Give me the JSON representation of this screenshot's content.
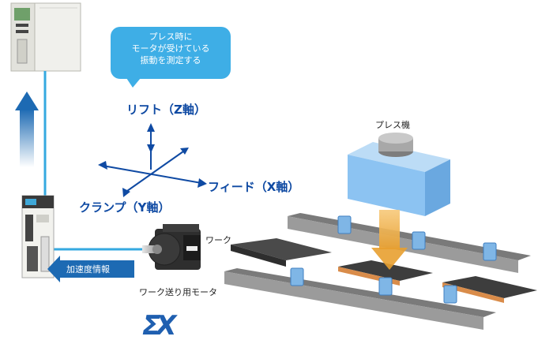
{
  "callout": {
    "line1": "プレス時に",
    "line2": "モータが受けている",
    "line3": "振動を測定する"
  },
  "axes": {
    "lift": "リフト（Z軸）",
    "feed": "フィード（X軸）",
    "clamp": "クランプ（Y軸）"
  },
  "labels": {
    "press": "プレス機",
    "work": "ワーク",
    "feed_motor": "ワーク送り用モータ",
    "accel_info": "加速度情報"
  },
  "logo": "ΣX",
  "colors": {
    "accent_blue": "#1d6ab3",
    "axis_blue": "#0f4aa3",
    "callout_blue": "#3eaee6",
    "line_cyan": "#35a9e0",
    "press_block": "#8cc3f2",
    "work_dark": "#3c3c3c",
    "work_orange": "#d98c4a",
    "rail_gray": "#8a8a8a"
  }
}
